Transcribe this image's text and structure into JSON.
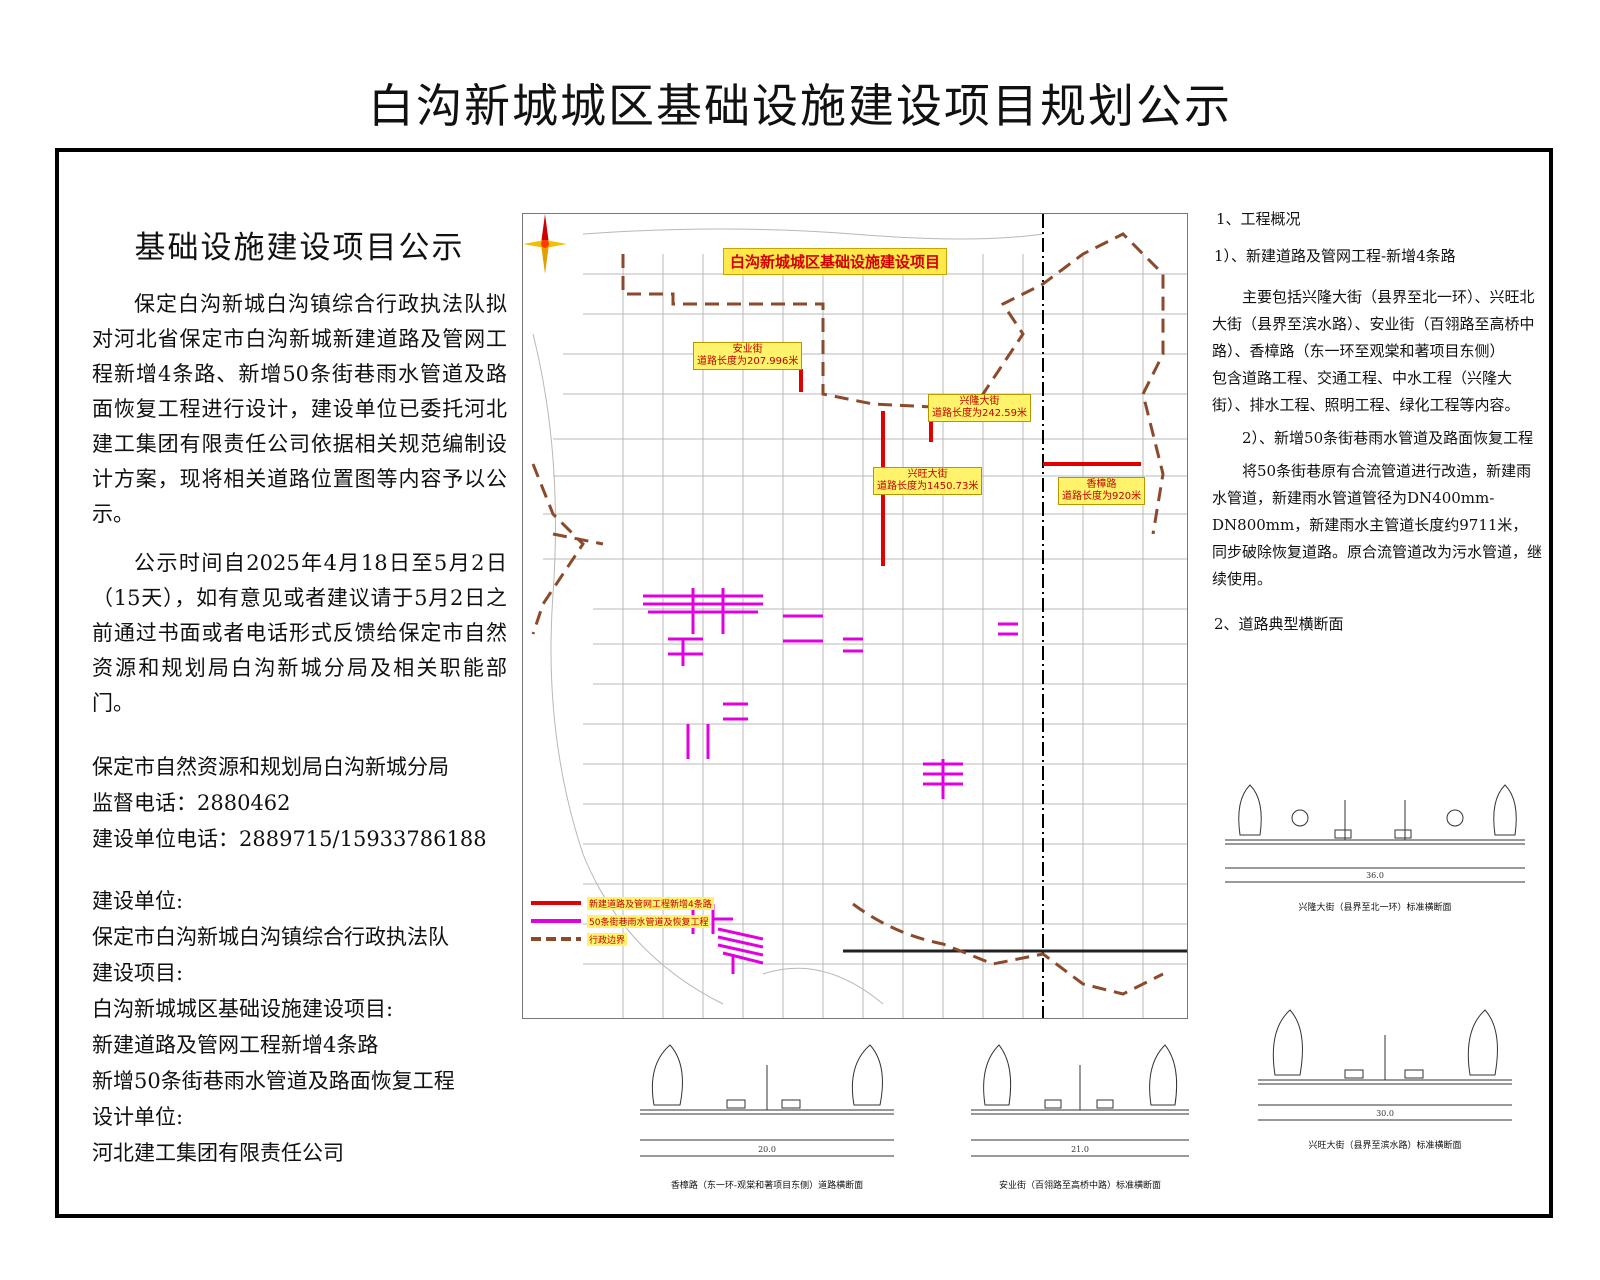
{
  "page_title": "白沟新城城区基础设施建设项目规划公示",
  "notice": {
    "title": "基础设施建设项目公示",
    "paragraph1": "保定白沟新城白沟镇综合行政执法队拟对河北省保定市白沟新城新建道路及管网工程新增4条路、新增50条街巷雨水管道及路面恢复工程进行设计，建设单位已委托河北建工集团有限责任公司依据相关规范编制设计方案，现将相关道路位置图等内容予以公示。",
    "paragraph2": "公示时间自2025年4月18日至5月2日（15天），如有意见或者建议请于5月2日之前通过书面或者电话形式反馈给保定市自然资源和规划局白沟新城分局及相关职能部门。",
    "org": "保定市自然资源和规划局白沟新城分局",
    "supervise_phone": "监督电话：2880462",
    "builder_phone": "建设单位电话：2889715/15933786188",
    "builder_label": "建设单位:",
    "builder_name": "保定市白沟新城白沟镇综合行政执法队",
    "project_label": "建设项目:",
    "project_name": "白沟新城城区基础设施建设项目:",
    "project_item1": "新建道路及管网工程新增4条路",
    "project_item2": "新增50条街巷雨水管道及路面恢复工程",
    "designer_label": "设计单位:",
    "designer_name": "河北建工集团有限责任公司"
  },
  "map": {
    "banner": "白沟新城城区基础设施建设项目",
    "road_tags": [
      {
        "name": "安业街",
        "length": "道路长度为207.996米"
      },
      {
        "name": "兴隆大街",
        "length": "道路长度为242.59米"
      },
      {
        "name": "兴旺大街",
        "length": "道路长度为1450.73米"
      },
      {
        "name": "香樟路",
        "length": "道路长度为920米"
      }
    ],
    "legend": [
      {
        "label": "新建道路及管网工程新增4条路",
        "color": "#e00000"
      },
      {
        "label": "50条街巷雨水管道及恢复工程",
        "color": "#e000e0"
      },
      {
        "label": "行政边界",
        "color": "#8b4a2b"
      }
    ],
    "colors": {
      "road_red": "#e00000",
      "street_magenta": "#e000e0",
      "boundary": "#8b4a2b",
      "grid": "#b5b5b5"
    }
  },
  "overview": {
    "section1": "1、工程概况",
    "item1_title": "1）、新建道路及管网工程-新增4条路",
    "item1_body": "主要包括兴隆大街（县界至北一环）、兴旺北大街（县界至滨水路）、安业街（百翎路至高桥中路）、香樟路（东一环至观棠和著项目东侧）",
    "item1_body2": "包含道路工程、交通工程、中水工程（兴隆大街）、排水工程、照明工程、绿化工程等内容。",
    "item2_title": "2）、新增50条街巷雨水管道及路面恢复工程",
    "item2_body": "将50条街巷原有合流管道进行改造，新建雨水管道，新建雨水管道管径为DN400mm-DN800mm，新建雨水主管道长度约9711米，同步破除恢复道路。原合流管道改为污水管道，继续使用。",
    "section2": "2、道路典型横断面"
  },
  "cross_sections": [
    {
      "caption": "兴隆大街（县界至北一环）标准横断面",
      "total": "36.0"
    },
    {
      "caption": "兴旺大街（县界至滨水路）标准横断面",
      "total": "30.0"
    },
    {
      "caption": "香樟路（东一环-观棠和著项目东侧）道路横断面",
      "total": "20.0"
    },
    {
      "caption": "安业街（百翎路至高桥中路）标准横断面",
      "total": "21.0"
    }
  ]
}
